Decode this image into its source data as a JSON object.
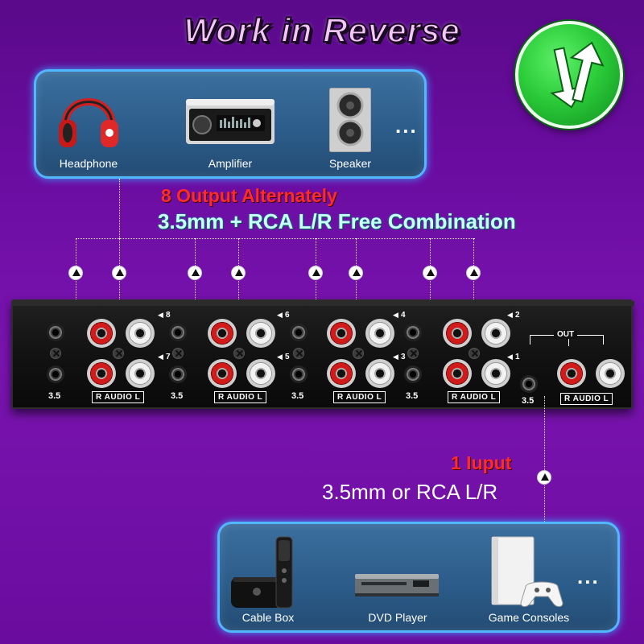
{
  "title": "Work in Reverse",
  "output_heading": "8 Output Alternately",
  "combo_heading": "3.5mm + RCA L/R Free Combination",
  "input_heading": "1 Iuput",
  "input_sub": "3.5mm or RCA L/R",
  "top_devices": [
    {
      "label": "Headphone",
      "icon": "headphone-icon"
    },
    {
      "label": "Amplifier",
      "icon": "amplifier-icon"
    },
    {
      "label": "Speaker",
      "icon": "speaker-icon"
    }
  ],
  "top_more": "...",
  "bottom_devices": [
    {
      "label": "Cable Box",
      "icon": "cable-box-icon"
    },
    {
      "label": "DVD Player",
      "icon": "dvd-player-icon"
    },
    {
      "label": "Game Consoles",
      "icon": "game-console-icon"
    }
  ],
  "bottom_more": "...",
  "switch": {
    "port_numbers": [
      "8",
      "7",
      "6",
      "5",
      "4",
      "3",
      "2",
      "1"
    ],
    "label_35": "3.5",
    "audio_label": "R AUDIO L",
    "out_label": "OUT"
  },
  "colors": {
    "background": "#6a0ca0",
    "title": "#f4c6f6",
    "output_heading": "#ff2a2a",
    "combo_heading": "#c8fff6",
    "panel": "#2b5b88",
    "panel_border": "#53b7ff",
    "badge": "#2ccc3a"
  }
}
